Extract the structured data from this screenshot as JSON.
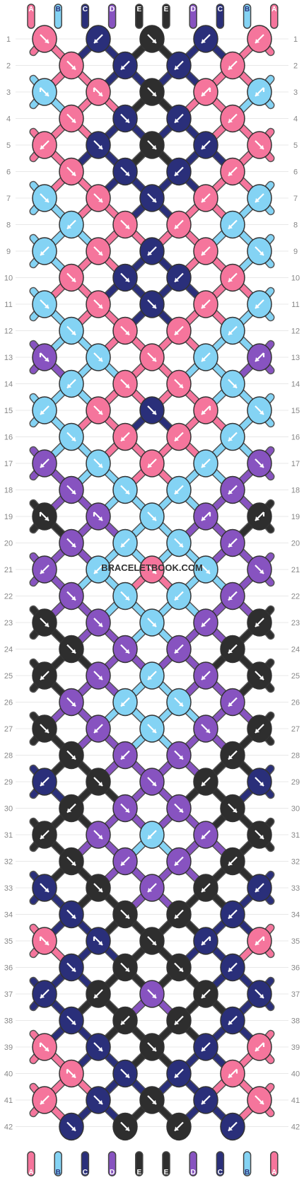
{
  "colors": {
    "A": "#f5759c",
    "B": "#84d3f4",
    "C": "#2a2f7a",
    "D": "#8753c0",
    "E": "#2e2e2e"
  },
  "label_colors": {
    "A": "#ffffff",
    "B": "#2a2f7a",
    "C": "#ffffff",
    "D": "#ffffff",
    "E": "#ffffff"
  },
  "top_strands": [
    "A",
    "B",
    "C",
    "D",
    "E",
    "E",
    "D",
    "C",
    "B",
    "A"
  ],
  "bottom_strands": [
    "A",
    "B",
    "C",
    "D",
    "E",
    "E",
    "D",
    "C",
    "B",
    "A"
  ],
  "watermark": "BRACELETBOOK.COM",
  "arrow_codes": {
    "R": "forward (down-right)",
    "L": "backward (down-left)",
    "r": "forward-backward",
    "l": "backward-forward"
  },
  "rows": [
    {
      "n": 1,
      "knots": [
        {
          "c": "A",
          "a": "R"
        },
        {
          "c": "C",
          "a": "L"
        },
        {
          "c": "E",
          "a": "R"
        },
        {
          "c": "C",
          "a": "L"
        },
        {
          "c": "A",
          "a": "L"
        }
      ]
    },
    {
      "n": 2,
      "knots": [
        {
          "c": "A",
          "a": "R"
        },
        {
          "c": "C",
          "a": "L"
        },
        {
          "c": "C",
          "a": "L"
        },
        {
          "c": "A",
          "a": "L"
        }
      ]
    },
    {
      "n": 3,
      "knots": [
        {
          "c": "B",
          "a": "r"
        },
        {
          "c": "A",
          "a": "r"
        },
        {
          "c": "E",
          "a": "R"
        },
        {
          "c": "A",
          "a": "l"
        },
        {
          "c": "B",
          "a": "l"
        }
      ]
    },
    {
      "n": 4,
      "knots": [
        {
          "c": "A",
          "a": "R"
        },
        {
          "c": "C",
          "a": "R"
        },
        {
          "c": "C",
          "a": "L"
        },
        {
          "c": "A",
          "a": "L"
        }
      ]
    },
    {
      "n": 5,
      "knots": [
        {
          "c": "A",
          "a": "L"
        },
        {
          "c": "C",
          "a": "R"
        },
        {
          "c": "E",
          "a": "R"
        },
        {
          "c": "C",
          "a": "L"
        },
        {
          "c": "A",
          "a": "R"
        }
      ]
    },
    {
      "n": 6,
      "knots": [
        {
          "c": "A",
          "a": "R"
        },
        {
          "c": "C",
          "a": "R"
        },
        {
          "c": "C",
          "a": "L"
        },
        {
          "c": "A",
          "a": "L"
        }
      ]
    },
    {
      "n": 7,
      "knots": [
        {
          "c": "B",
          "a": "R"
        },
        {
          "c": "A",
          "a": "R"
        },
        {
          "c": "C",
          "a": "R"
        },
        {
          "c": "A",
          "a": "L"
        },
        {
          "c": "B",
          "a": "L"
        }
      ]
    },
    {
      "n": 8,
      "knots": [
        {
          "c": "B",
          "a": "L"
        },
        {
          "c": "A",
          "a": "R"
        },
        {
          "c": "A",
          "a": "L"
        },
        {
          "c": "B",
          "a": "L"
        }
      ]
    },
    {
      "n": 9,
      "knots": [
        {
          "c": "B",
          "a": "L"
        },
        {
          "c": "A",
          "a": "R"
        },
        {
          "c": "C",
          "a": "L"
        },
        {
          "c": "A",
          "a": "L"
        },
        {
          "c": "B",
          "a": "R"
        }
      ]
    },
    {
      "n": 10,
      "knots": [
        {
          "c": "A",
          "a": "R"
        },
        {
          "c": "C",
          "a": "R"
        },
        {
          "c": "C",
          "a": "L"
        },
        {
          "c": "A",
          "a": "L"
        }
      ]
    },
    {
      "n": 11,
      "knots": [
        {
          "c": "B",
          "a": "R"
        },
        {
          "c": "A",
          "a": "R"
        },
        {
          "c": "C",
          "a": "R"
        },
        {
          "c": "A",
          "a": "L"
        },
        {
          "c": "B",
          "a": "L"
        }
      ]
    },
    {
      "n": 12,
      "knots": [
        {
          "c": "B",
          "a": "R"
        },
        {
          "c": "A",
          "a": "R"
        },
        {
          "c": "A",
          "a": "L"
        },
        {
          "c": "B",
          "a": "L"
        }
      ]
    },
    {
      "n": 13,
      "knots": [
        {
          "c": "D",
          "a": "r"
        },
        {
          "c": "B",
          "a": "R"
        },
        {
          "c": "A",
          "a": "R"
        },
        {
          "c": "B",
          "a": "L"
        },
        {
          "c": "D",
          "a": "l"
        }
      ]
    },
    {
      "n": 14,
      "knots": [
        {
          "c": "B",
          "a": "L"
        },
        {
          "c": "A",
          "a": "R"
        },
        {
          "c": "A",
          "a": "R"
        },
        {
          "c": "B",
          "a": "R"
        }
      ]
    },
    {
      "n": 15,
      "knots": [
        {
          "c": "B",
          "a": "L"
        },
        {
          "c": "A",
          "a": "R"
        },
        {
          "c": "C",
          "a": "R"
        },
        {
          "c": "A",
          "a": "l"
        },
        {
          "c": "B",
          "a": "R"
        }
      ]
    },
    {
      "n": 16,
      "knots": [
        {
          "c": "B",
          "a": "R"
        },
        {
          "c": "A",
          "a": "L"
        },
        {
          "c": "A",
          "a": "L"
        },
        {
          "c": "B",
          "a": "L"
        }
      ]
    },
    {
      "n": 17,
      "knots": [
        {
          "c": "D",
          "a": "L"
        },
        {
          "c": "B",
          "a": "R"
        },
        {
          "c": "A",
          "a": "L"
        },
        {
          "c": "B",
          "a": "L"
        },
        {
          "c": "D",
          "a": "R"
        }
      ]
    },
    {
      "n": 18,
      "knots": [
        {
          "c": "D",
          "a": "R"
        },
        {
          "c": "B",
          "a": "R"
        },
        {
          "c": "B",
          "a": "L"
        },
        {
          "c": "D",
          "a": "L"
        }
      ]
    },
    {
      "n": 19,
      "knots": [
        {
          "c": "E",
          "a": "r"
        },
        {
          "c": "D",
          "a": "r"
        },
        {
          "c": "B",
          "a": "R"
        },
        {
          "c": "D",
          "a": "l"
        },
        {
          "c": "E",
          "a": "l"
        }
      ]
    },
    {
      "n": 20,
      "knots": [
        {
          "c": "D",
          "a": "R"
        },
        {
          "c": "B",
          "a": "L"
        },
        {
          "c": "B",
          "a": "R"
        },
        {
          "c": "D",
          "a": "L"
        }
      ]
    },
    {
      "n": 21,
      "knots": [
        {
          "c": "D",
          "a": "L"
        },
        {
          "c": "B",
          "a": "L"
        },
        {
          "c": "A",
          "a": "R"
        },
        {
          "c": "B",
          "a": "R"
        },
        {
          "c": "D",
          "a": "R"
        }
      ]
    },
    {
      "n": 22,
      "knots": [
        {
          "c": "D",
          "a": "R"
        },
        {
          "c": "B",
          "a": "R"
        },
        {
          "c": "B",
          "a": "L"
        },
        {
          "c": "D",
          "a": "L"
        }
      ]
    },
    {
      "n": 23,
      "knots": [
        {
          "c": "E",
          "a": "R"
        },
        {
          "c": "D",
          "a": "R"
        },
        {
          "c": "B",
          "a": "R"
        },
        {
          "c": "D",
          "a": "L"
        },
        {
          "c": "E",
          "a": "L"
        }
      ]
    },
    {
      "n": 24,
      "knots": [
        {
          "c": "E",
          "a": "R"
        },
        {
          "c": "D",
          "a": "R"
        },
        {
          "c": "D",
          "a": "L"
        },
        {
          "c": "E",
          "a": "L"
        }
      ]
    },
    {
      "n": 25,
      "knots": [
        {
          "c": "E",
          "a": "L"
        },
        {
          "c": "D",
          "a": "R"
        },
        {
          "c": "B",
          "a": "L"
        },
        {
          "c": "D",
          "a": "L"
        },
        {
          "c": "E",
          "a": "R"
        }
      ]
    },
    {
      "n": 26,
      "knots": [
        {
          "c": "D",
          "a": "R"
        },
        {
          "c": "B",
          "a": "L"
        },
        {
          "c": "B",
          "a": "R"
        },
        {
          "c": "D",
          "a": "L"
        }
      ]
    },
    {
      "n": 27,
      "knots": [
        {
          "c": "E",
          "a": "R"
        },
        {
          "c": "D",
          "a": "L"
        },
        {
          "c": "B",
          "a": "R"
        },
        {
          "c": "D",
          "a": "R"
        },
        {
          "c": "E",
          "a": "L"
        }
      ]
    },
    {
      "n": 28,
      "knots": [
        {
          "c": "E",
          "a": "R"
        },
        {
          "c": "D",
          "a": "L"
        },
        {
          "c": "D",
          "a": "R"
        },
        {
          "c": "E",
          "a": "L"
        }
      ]
    },
    {
      "n": 29,
      "knots": [
        {
          "c": "C",
          "a": "L"
        },
        {
          "c": "E",
          "a": "R"
        },
        {
          "c": "D",
          "a": "R"
        },
        {
          "c": "E",
          "a": "L"
        },
        {
          "c": "C",
          "a": "R"
        }
      ]
    },
    {
      "n": 30,
      "knots": [
        {
          "c": "E",
          "a": "L"
        },
        {
          "c": "D",
          "a": "R"
        },
        {
          "c": "D",
          "a": "R"
        },
        {
          "c": "E",
          "a": "R"
        }
      ]
    },
    {
      "n": 31,
      "knots": [
        {
          "c": "E",
          "a": "L"
        },
        {
          "c": "D",
          "a": "R"
        },
        {
          "c": "B",
          "a": "L"
        },
        {
          "c": "D",
          "a": "L"
        },
        {
          "c": "E",
          "a": "R"
        }
      ]
    },
    {
      "n": 32,
      "knots": [
        {
          "c": "E",
          "a": "R"
        },
        {
          "c": "D",
          "a": "L"
        },
        {
          "c": "D",
          "a": "L"
        },
        {
          "c": "E",
          "a": "L"
        }
      ]
    },
    {
      "n": 33,
      "knots": [
        {
          "c": "C",
          "a": "R"
        },
        {
          "c": "E",
          "a": "R"
        },
        {
          "c": "D",
          "a": "L"
        },
        {
          "c": "E",
          "a": "L"
        },
        {
          "c": "C",
          "a": "L"
        }
      ]
    },
    {
      "n": 34,
      "knots": [
        {
          "c": "C",
          "a": "R"
        },
        {
          "c": "E",
          "a": "R"
        },
        {
          "c": "E",
          "a": "L"
        },
        {
          "c": "C",
          "a": "L"
        }
      ]
    },
    {
      "n": 35,
      "knots": [
        {
          "c": "A",
          "a": "r"
        },
        {
          "c": "C",
          "a": "r"
        },
        {
          "c": "E",
          "a": "R"
        },
        {
          "c": "C",
          "a": "l"
        },
        {
          "c": "A",
          "a": "l"
        }
      ]
    },
    {
      "n": 36,
      "knots": [
        {
          "c": "C",
          "a": "R"
        },
        {
          "c": "E",
          "a": "R"
        },
        {
          "c": "E",
          "a": "R"
        },
        {
          "c": "C",
          "a": "L"
        }
      ]
    },
    {
      "n": 37,
      "knots": [
        {
          "c": "C",
          "a": "L"
        },
        {
          "c": "E",
          "a": "L"
        },
        {
          "c": "D",
          "a": "R"
        },
        {
          "c": "E",
          "a": "L"
        },
        {
          "c": "C",
          "a": "R"
        }
      ]
    },
    {
      "n": 38,
      "knots": [
        {
          "c": "C",
          "a": "R"
        },
        {
          "c": "E",
          "a": "L"
        },
        {
          "c": "E",
          "a": "L"
        },
        {
          "c": "C",
          "a": "L"
        }
      ]
    },
    {
      "n": 39,
      "knots": [
        {
          "c": "A",
          "a": "r"
        },
        {
          "c": "C",
          "a": "R"
        },
        {
          "c": "E",
          "a": "R"
        },
        {
          "c": "C",
          "a": "L"
        },
        {
          "c": "A",
          "a": "l"
        }
      ]
    },
    {
      "n": 40,
      "knots": [
        {
          "c": "A",
          "a": "r"
        },
        {
          "c": "C",
          "a": "R"
        },
        {
          "c": "C",
          "a": "L"
        },
        {
          "c": "A",
          "a": "l"
        }
      ]
    },
    {
      "n": 41,
      "knots": [
        {
          "c": "A",
          "a": "L"
        },
        {
          "c": "C",
          "a": "R"
        },
        {
          "c": "E",
          "a": "R"
        },
        {
          "c": "C",
          "a": "L"
        },
        {
          "c": "A",
          "a": "R"
        }
      ]
    },
    {
      "n": 42,
      "knots": [
        {
          "c": "C",
          "a": "R"
        },
        {
          "c": "E",
          "a": "R"
        },
        {
          "c": "E",
          "a": "L"
        },
        {
          "c": "C",
          "a": "L"
        }
      ]
    }
  ]
}
